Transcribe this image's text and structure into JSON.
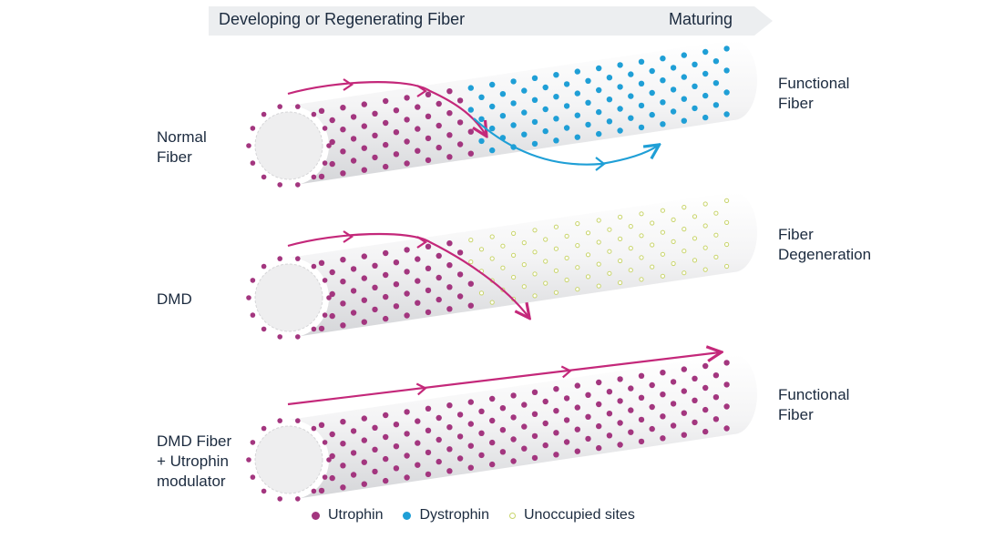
{
  "banner": {
    "left_label": "Developing or Regenerating Fiber",
    "right_label": "Maturing"
  },
  "rows": [
    {
      "left_label": "Normal\nFiber",
      "right_label": "Functional\nFiber",
      "transition_fraction": 0.38,
      "tail_type": "dystrophin"
    },
    {
      "left_label": "DMD",
      "right_label": "Fiber\nDegeneration",
      "transition_fraction": 0.38,
      "tail_type": "unoccupied"
    },
    {
      "left_label": "DMD Fiber\n+ Utrophin\nmodulator",
      "right_label": "Functional\nFiber",
      "transition_fraction": 1.0,
      "tail_type": "utrophin"
    }
  ],
  "legend": {
    "utrophin": "Utrophin",
    "dystrophin": "Dystrophin",
    "unoccupied": "Unoccupied sites"
  },
  "colors": {
    "utrophin": "#a3367f",
    "utrophin_arrow": "#c4287a",
    "dystrophin": "#1f9fd6",
    "unoccupied": "#c8d46a",
    "banner": "#eceef0",
    "fiber_light": "#f7f7f8",
    "fiber_dark": "#d9dadc",
    "text": "#1c2b3f"
  }
}
